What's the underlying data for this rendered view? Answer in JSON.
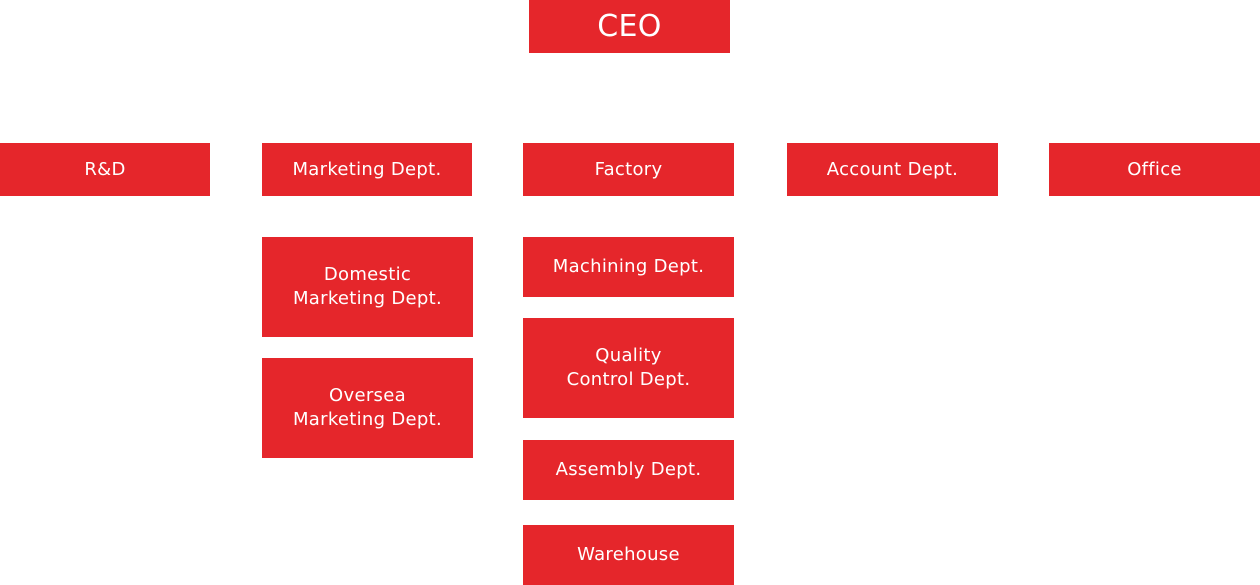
{
  "colors": {
    "box_fill": "#e5262b",
    "box_text": "#ffffff",
    "background": "#ffffff"
  },
  "ceo": {
    "label": "CEO"
  },
  "departments": [
    {
      "label": "R&D"
    },
    {
      "label": "Marketing Dept."
    },
    {
      "label": "Factory"
    },
    {
      "label": "Account Dept."
    },
    {
      "label": "Office"
    }
  ],
  "marketing_children": [
    {
      "label": "Domestic\nMarketing Dept."
    },
    {
      "label": "Oversea\nMarketing Dept."
    }
  ],
  "factory_children": [
    {
      "label": "Machining Dept."
    },
    {
      "label": "Quality\nControl Dept."
    },
    {
      "label": "Assembly Dept."
    },
    {
      "label": "Warehouse"
    }
  ]
}
